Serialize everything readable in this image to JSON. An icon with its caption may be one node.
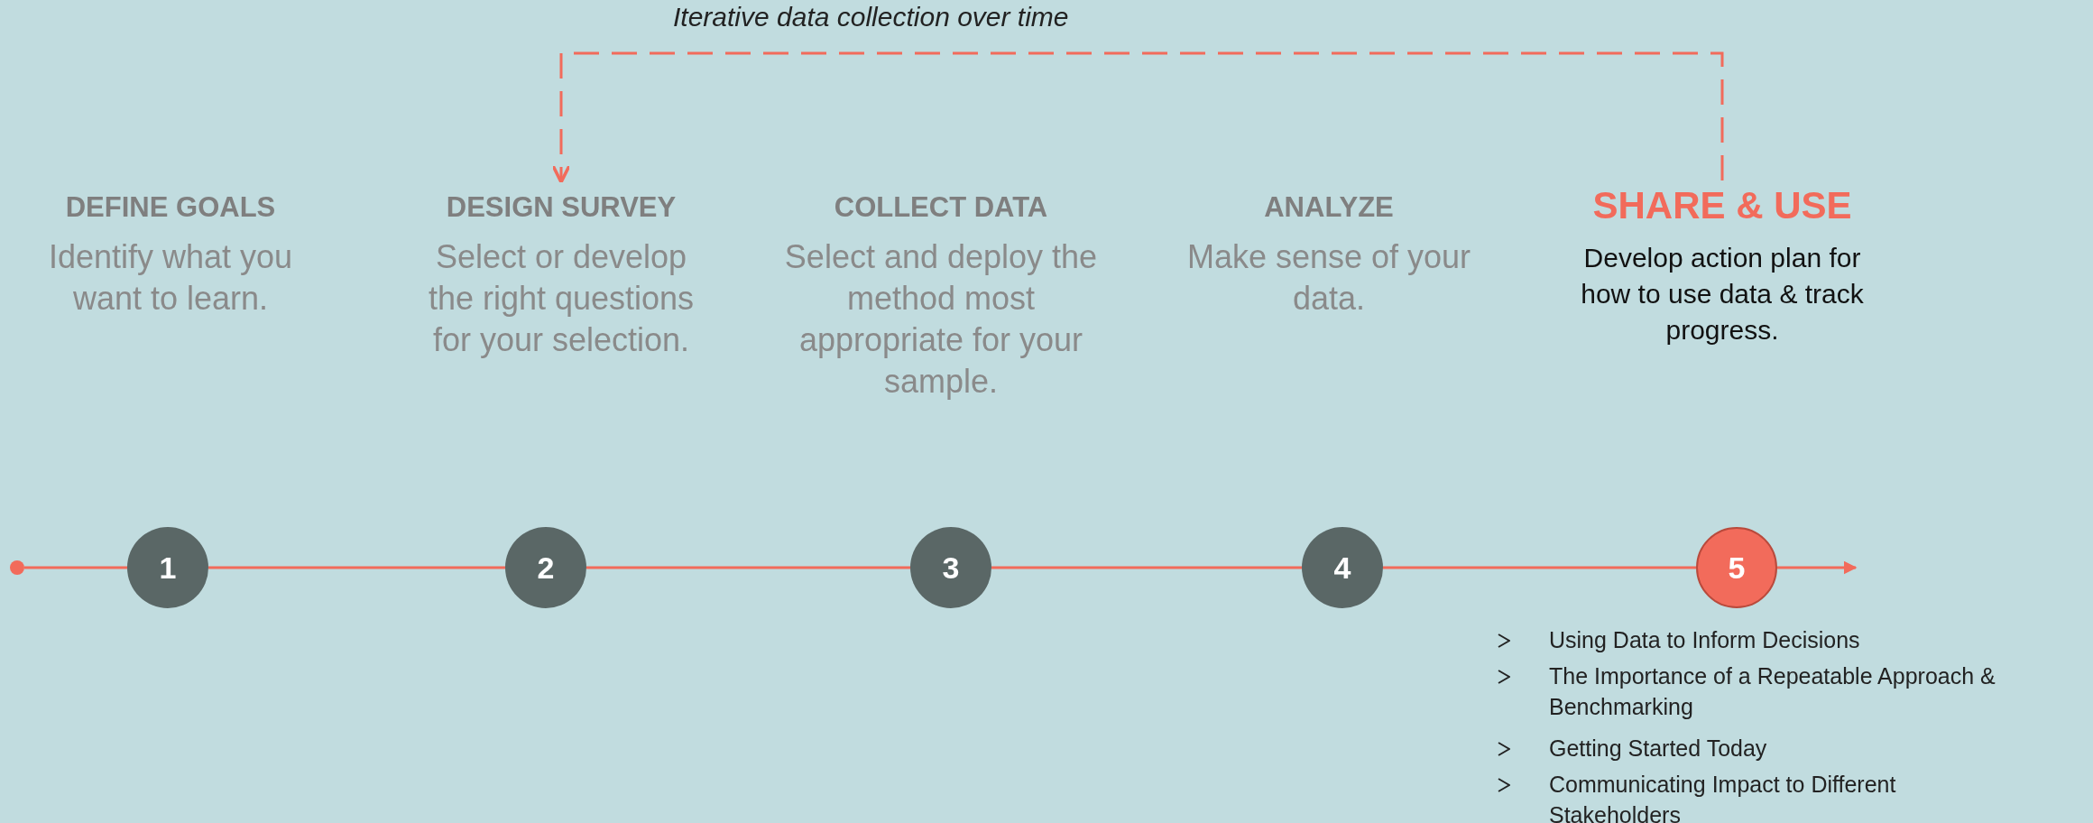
{
  "diagram": {
    "nodes": [
      {
        "text": [
          "DEFINE GOALS",
          "Identify what you want to learn."
        ]
      },
      {
        "text": [
          "DESIGN SURVEY",
          "Select or develop the right questions for your selection."
        ]
      },
      {
        "text": [
          "COLLECT DATA",
          "Select and deploy the method most appropriate for your sample."
        ]
      },
      {
        "text": [
          "ANALYZE",
          "Make sense of your data."
        ]
      },
      {
        "text": [
          "SHARE & USE",
          "Develop action plan for how to use data & track progress."
        ]
      },
      {
        "text": [],
        "shape": "circle"
      },
      {
        "text": [
          "1"
        ]
      },
      {
        "text": [
          "2"
        ]
      },
      {
        "text": [
          "3"
        ]
      },
      {
        "text": [
          "4"
        ]
      },
      {
        "text": [
          "5"
        ]
      }
    ],
    "edges": [
      {
        "from": 4,
        "to": 1,
        "arrow": "to",
        "style": "dashed",
        "label": "Iterative data collection over time"
      },
      {
        "from": 5,
        "to": 6,
        "arrow": "none"
      },
      {
        "from": 6,
        "to": 7,
        "arrow": "none"
      },
      {
        "from": 7,
        "to": 8,
        "arrow": "none"
      },
      {
        "from": 8,
        "to": 9,
        "arrow": "none"
      },
      {
        "from": 9,
        "to": 10,
        "arrow": "none"
      },
      {
        "from": 10,
        "to": null,
        "arrow": "to"
      }
    ],
    "labels": [
      "Using Data to Inform Decisions",
      "The Importance of a Repeatable Approach & Benchmarking",
      "Getting Started Today",
      "Communicating Impact to Different Stakeholders"
    ]
  }
}
